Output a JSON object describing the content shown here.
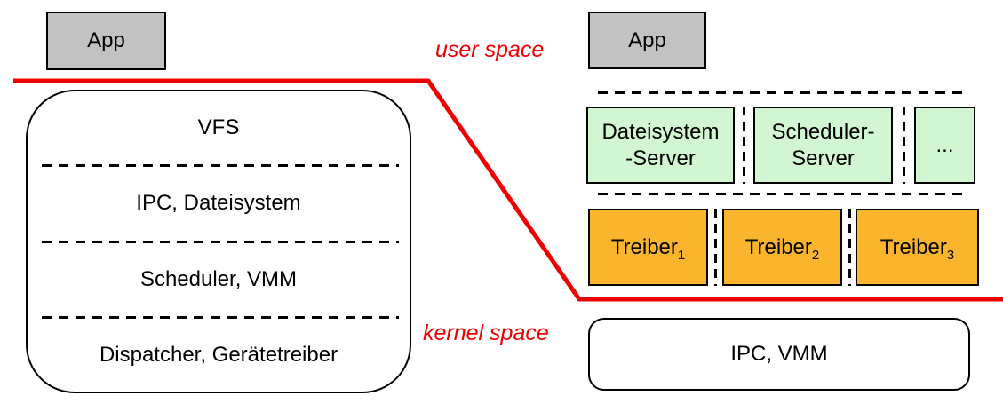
{
  "colors": {
    "red": "#ee0000",
    "gray_fill": "#c2c2c2",
    "green_fill": "#d2f5d2",
    "orange_fill": "#fab42d",
    "border": "#000000"
  },
  "labels": {
    "user_space": "user space",
    "kernel_space": "kernel space"
  },
  "monolith": {
    "app_label": "App",
    "layers": [
      "VFS",
      "IPC, Dateisystem",
      "Scheduler, VMM",
      "Dispatcher, Gerätetreiber"
    ]
  },
  "microkernel": {
    "app_label": "App",
    "servers": [
      {
        "line1": "Dateisystem",
        "line2": "-Server"
      },
      {
        "line1": "Scheduler-",
        "line2": "Server"
      },
      {
        "line1": "...",
        "line2": ""
      }
    ],
    "drivers": [
      {
        "base": "Treiber",
        "sub": "1"
      },
      {
        "base": "Treiber",
        "sub": "2"
      },
      {
        "base": "Treiber",
        "sub": "3"
      }
    ],
    "kernel_label": "IPC, VMM"
  }
}
